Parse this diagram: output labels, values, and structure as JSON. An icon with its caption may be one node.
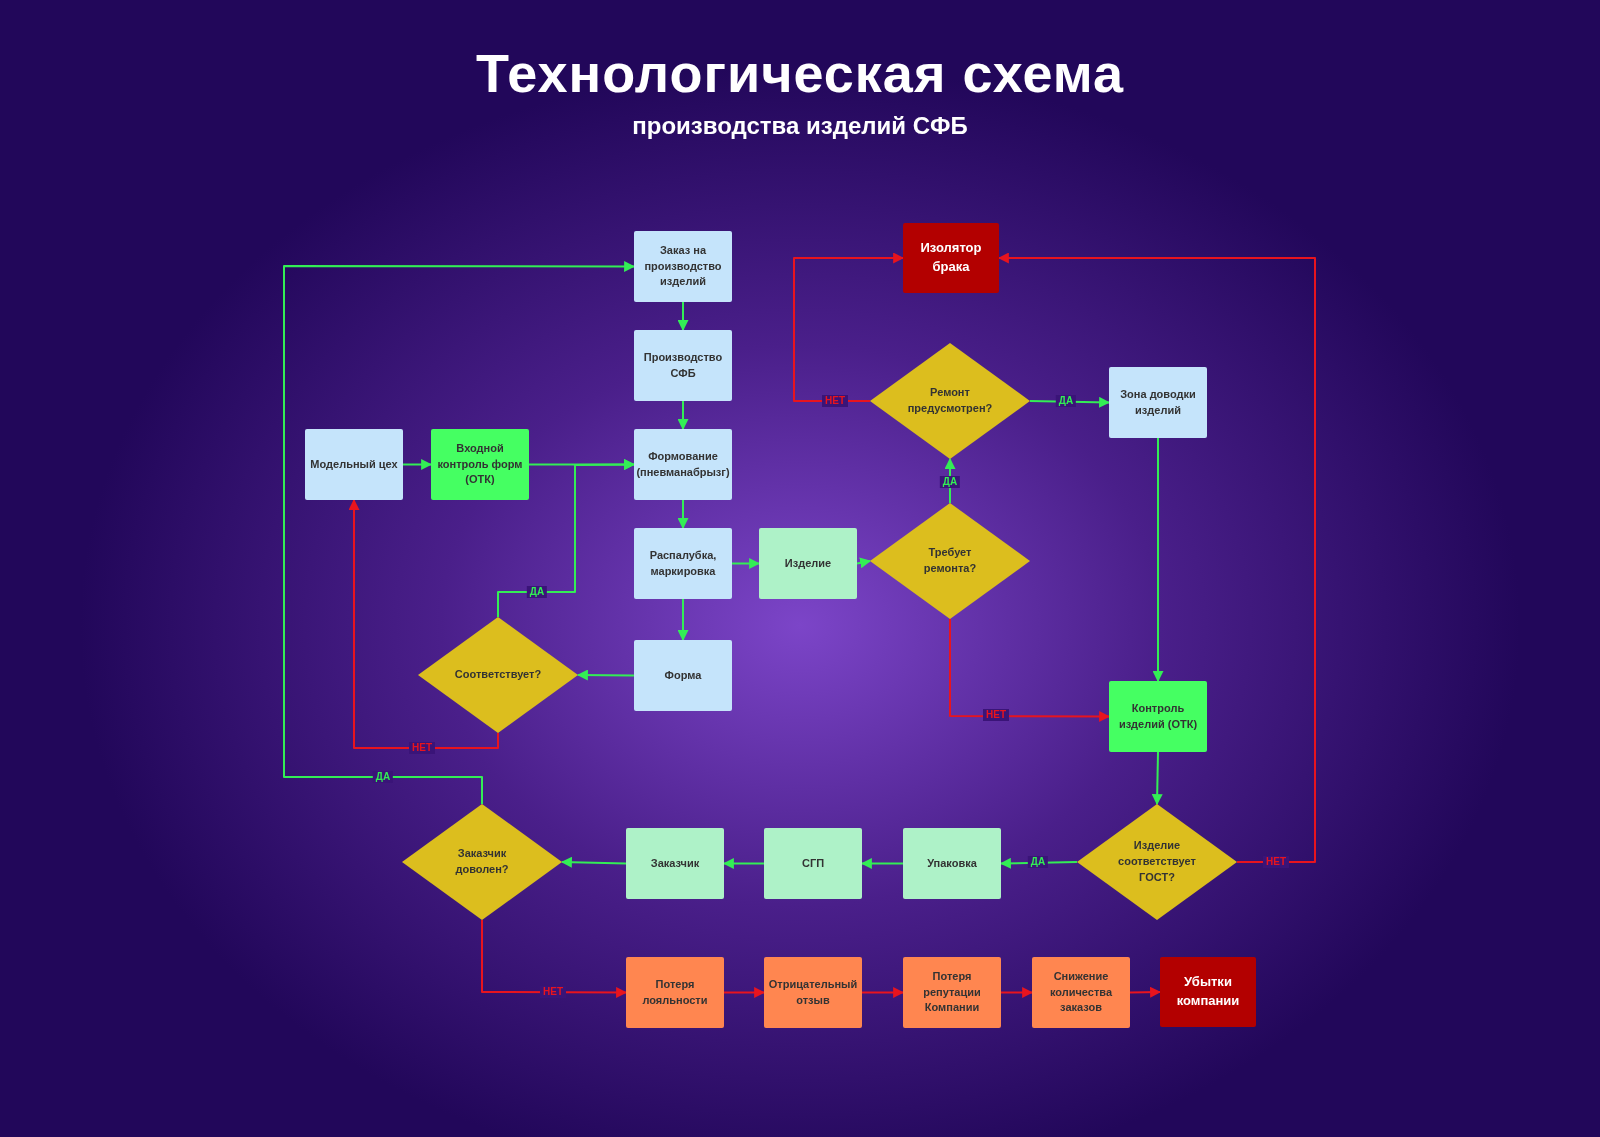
{
  "diagram": {
    "title": "Технологическая схема",
    "caption": "производства изделий СФБ",
    "nodes": [
      {
        "text": [
          "Заказ на производство изделий"
        ]
      },
      {
        "text": [
          "Изолятор брака"
        ]
      },
      {
        "text": [
          "Производство СФБ"
        ]
      },
      {
        "text": [
          "Ремонт предусмотрен?"
        ]
      },
      {
        "text": [
          "Зона доводки изделий"
        ]
      },
      {
        "text": [
          "Модельный цех"
        ]
      },
      {
        "text": [
          "Входной контроль форм (ОТК)"
        ]
      },
      {
        "text": [
          "Формование (пневманабрызг)"
        ]
      },
      {
        "text": [
          "Распалубка, маркировка"
        ]
      },
      {
        "text": [
          "Изделие"
        ]
      },
      {
        "text": [
          "Требует ремонта?"
        ]
      },
      {
        "text": [
          "Форма"
        ]
      },
      {
        "text": [
          "Соответствует?"
        ]
      },
      {
        "text": [
          "Контроль изделий (ОТК)"
        ]
      },
      {
        "text": [
          "Заказчик доволен?"
        ]
      },
      {
        "text": [
          "Заказчик"
        ]
      },
      {
        "text": [
          "СГП"
        ]
      },
      {
        "text": [
          "Упаковка"
        ]
      },
      {
        "text": [
          "Изделие соответствует ГОСТ?"
        ]
      },
      {
        "text": [
          "Потеря лояльности"
        ]
      },
      {
        "text": [
          "Отрицательный отзыв"
        ]
      },
      {
        "text": [
          "Потеря репутации Компании"
        ]
      },
      {
        "text": [
          "Снижение количества заказов"
        ]
      },
      {
        "text": [
          "Убытки компании"
        ]
      }
    ],
    "edges": [
      {
        "from": 0,
        "to": 2,
        "arrow": "to"
      },
      {
        "from": 2,
        "to": 7,
        "arrow": "to"
      },
      {
        "from": 5,
        "to": 6,
        "arrow": "to"
      },
      {
        "from": 6,
        "to": 7,
        "arrow": "to"
      },
      {
        "from": 7,
        "to": 8,
        "arrow": "to"
      },
      {
        "from": 8,
        "to": 9,
        "arrow": "to"
      },
      {
        "from": 8,
        "to": 11,
        "arrow": "to"
      },
      {
        "from": 9,
        "to": 10,
        "arrow": "to"
      },
      {
        "from": 10,
        "to": 3,
        "arrow": "to",
        "label": "ДА"
      },
      {
        "from": 3,
        "to": 1,
        "arrow": "to",
        "label": "НЕТ",
        "color": "#e8141e"
      },
      {
        "from": 3,
        "to": 4,
        "arrow": "to",
        "label": "ДА"
      },
      {
        "from": 4,
        "to": 13,
        "arrow": "to"
      },
      {
        "from": 10,
        "to": 13,
        "arrow": "to",
        "label": "НЕТ",
        "color": "#e8141e"
      },
      {
        "from": 11,
        "to": 12,
        "arrow": "to"
      },
      {
        "from": 12,
        "to": 7,
        "arrow": "to",
        "label": "ДА"
      },
      {
        "from": 12,
        "to": 5,
        "arrow": "to",
        "label": "НЕТ",
        "color": "#e8141e"
      },
      {
        "from": 13,
        "to": 18,
        "arrow": "to"
      },
      {
        "from": 18,
        "to": 17,
        "arrow": "to",
        "label": "ДА"
      },
      {
        "from": 18,
        "to": 1,
        "arrow": "to",
        "label": "НЕТ",
        "color": "#e8141e"
      },
      {
        "from": 17,
        "to": 16,
        "arrow": "to"
      },
      {
        "from": 16,
        "to": 15,
        "arrow": "to"
      },
      {
        "from": 15,
        "to": 14,
        "arrow": "to"
      },
      {
        "from": 14,
        "to": 0,
        "arrow": "to",
        "label": "ДА"
      },
      {
        "from": 14,
        "to": 19,
        "arrow": "to",
        "label": "НЕТ",
        "color": "#e8141e"
      },
      {
        "from": 19,
        "to": 20,
        "arrow": "to",
        "color": "#e8141e"
      },
      {
        "from": 20,
        "to": 21,
        "arrow": "to",
        "color": "#e8141e"
      },
      {
        "from": 21,
        "to": 22,
        "arrow": "to",
        "color": "#e8141e"
      },
      {
        "from": 22,
        "to": 23,
        "arrow": "to",
        "color": "#e8141e"
      }
    ]
  }
}
